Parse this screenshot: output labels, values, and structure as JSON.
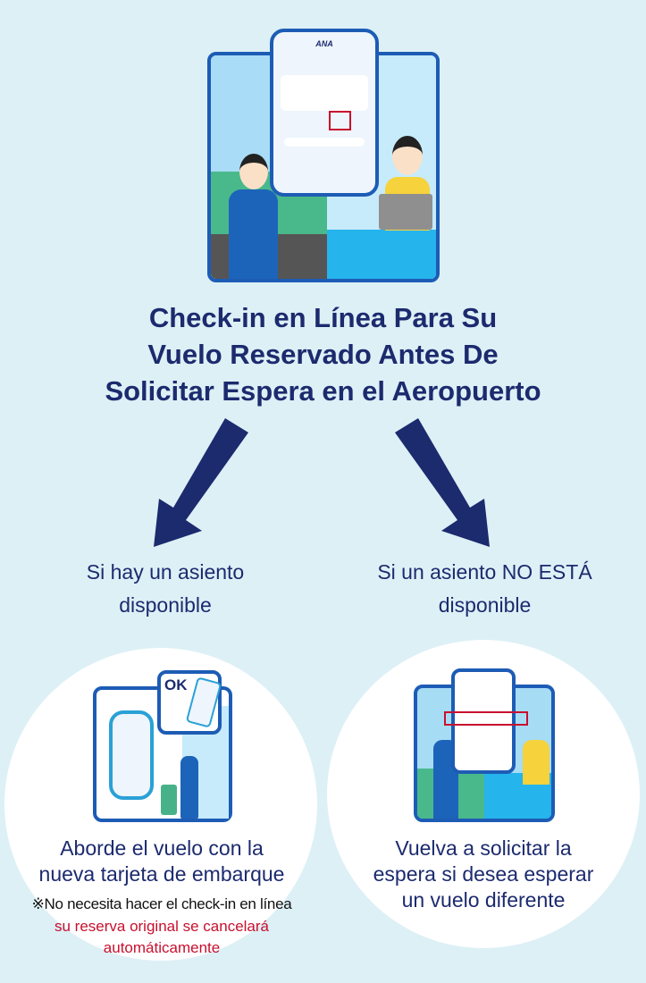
{
  "title_lines": [
    "Check-in en Línea Para Su",
    "Vuelo Reservado Antes De",
    "Solicitar Espera en el Aeropuerto"
  ],
  "branches": {
    "left": [
      "Si hay un asiento",
      "disponible"
    ],
    "right": [
      "Si un asiento NO ESTÁ",
      "disponible"
    ]
  },
  "left_result": {
    "lines": [
      "Aborde el vuelo con la",
      "nueva tarjeta de embarque"
    ],
    "note": "※No necesita hacer el check-in en línea",
    "warning_lines": [
      "su reserva original se cancelará",
      "automáticamente"
    ],
    "bubble_text": "OK"
  },
  "right_result": {
    "lines": [
      "Vuelva a solicitar la",
      "espera si desea esperar",
      "un vuelo diferente"
    ]
  },
  "logo_text": "ANA",
  "colors": {
    "navy": "#1c2a6e",
    "accent": "#1d5cb5",
    "warning": "#c8102e",
    "background": "#ddf0f6"
  }
}
